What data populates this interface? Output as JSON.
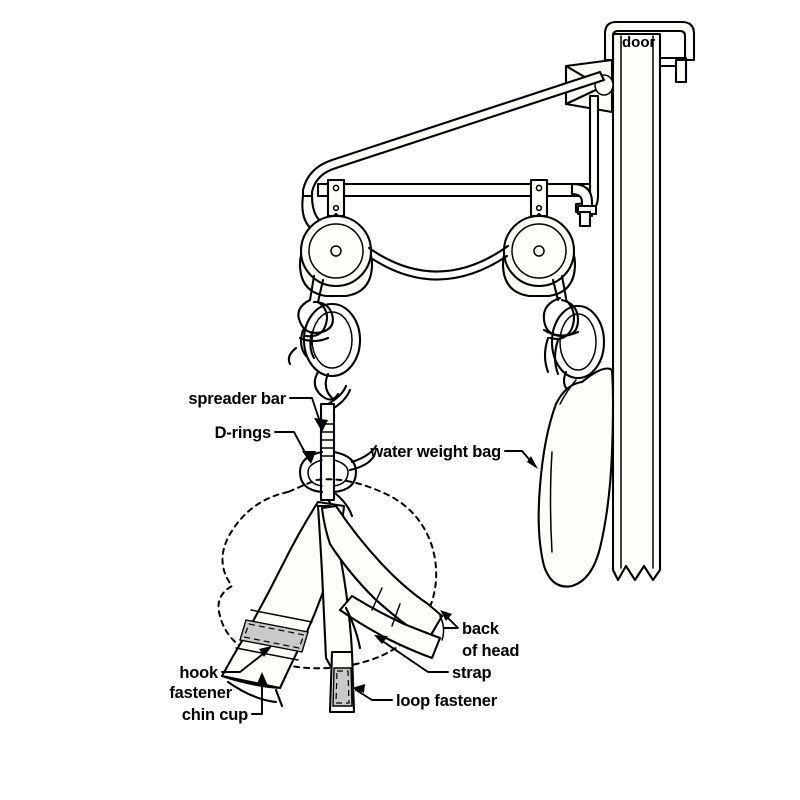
{
  "diagram": {
    "title": "Over-the-door cervical traction device",
    "background_color": "#ffffff",
    "ink_color": "#000000",
    "fastener_color": "#c9c9c9"
  },
  "labels": {
    "door": "door",
    "spreader_bar": "spreader bar",
    "d_rings": "D-rings",
    "water_weight_bag": "water weight bag",
    "back_of_head_line1": "back",
    "back_of_head_line2": "of head",
    "strap": "strap",
    "loop_fastener": "loop fastener",
    "hook_line1": "hook",
    "hook_line2": "fastener",
    "chin_cup": "chin cup"
  },
  "parts": [
    {
      "id": "door",
      "name": "door",
      "note": "vertical panel at right, broken away at bottom"
    },
    {
      "id": "door-bracket",
      "name": "over-door hook bracket",
      "note": "wraps over top edge of door"
    },
    {
      "id": "support-arm",
      "name": "tubular support arm",
      "note": "triangular bent-tube bracket"
    },
    {
      "id": "pulley-bar",
      "name": "horizontal pulley bar"
    },
    {
      "id": "pulley-left",
      "name": "left pulley"
    },
    {
      "id": "pulley-right",
      "name": "right pulley"
    },
    {
      "id": "rope",
      "name": "traction rope",
      "note": "sags between the two pulleys"
    },
    {
      "id": "spreader-bar",
      "name": "spreader bar"
    },
    {
      "id": "d-rings",
      "name": "D-rings"
    },
    {
      "id": "head-halter",
      "name": "head halter"
    },
    {
      "id": "chin-cup",
      "name": "chin cup"
    },
    {
      "id": "hook-fastener",
      "name": "hook fastener"
    },
    {
      "id": "loop-fastener",
      "name": "loop fastener"
    },
    {
      "id": "strap",
      "name": "strap"
    },
    {
      "id": "water-weight-bag",
      "name": "water weight bag"
    },
    {
      "id": "head-outline",
      "name": "dashed head outline"
    }
  ]
}
